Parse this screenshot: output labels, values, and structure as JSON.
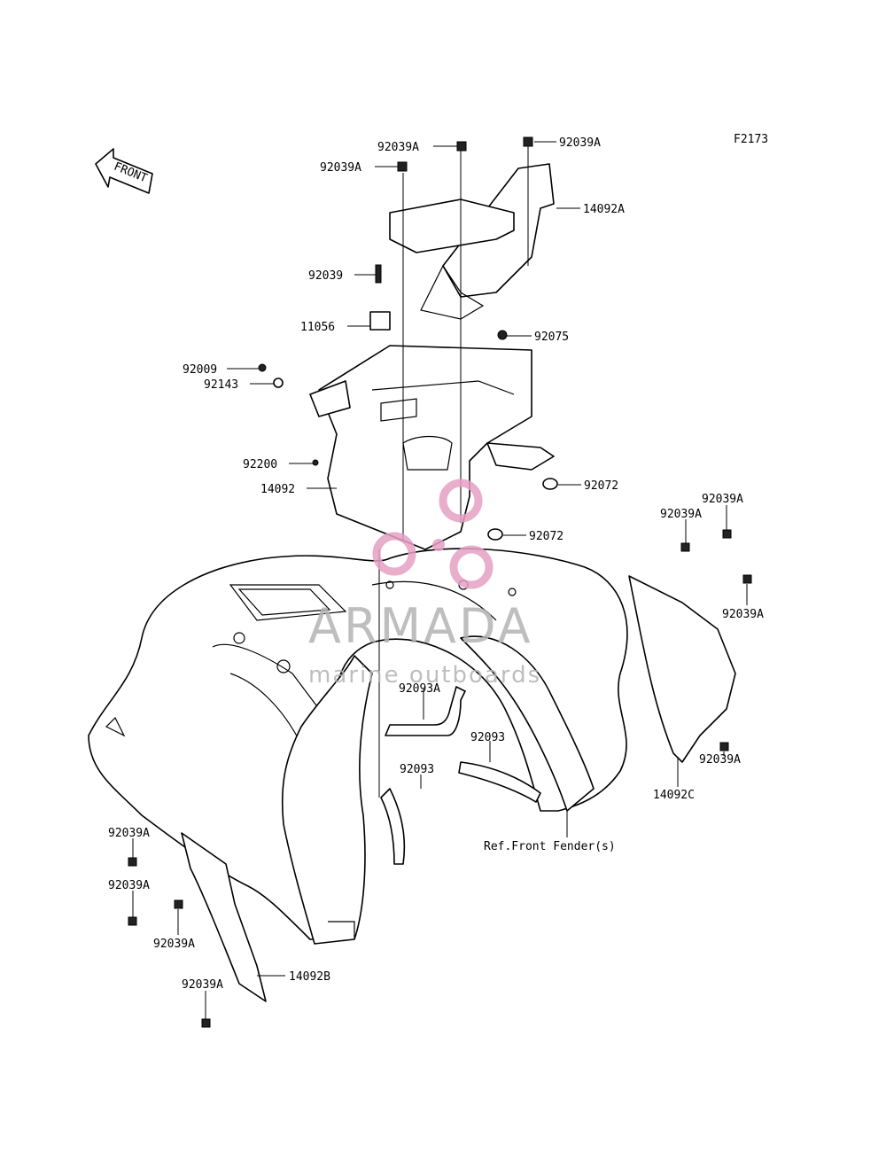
{
  "figure_code": "F2173",
  "front_arrow": {
    "label": "FRONT",
    "icon": "front-direction-arrow-icon"
  },
  "watermark": {
    "brand": "ARMADA",
    "tagline": "marine outboards",
    "color": "#e6a0c4",
    "text_color": "#b3b3b3"
  },
  "reference_note": "Ref.Front Fender(s)",
  "part_labels": {
    "p92039A_top_center": "92039A",
    "p92039A_top_right": "92039A",
    "p92039A_top_left": "92039A",
    "p14092A": "14092A",
    "p92039": "92039",
    "p11056": "11056",
    "p92075": "92075",
    "p92009": "92009",
    "p92143": "92143",
    "p92200": "92200",
    "p14092": "14092",
    "p92072_upper": "92072",
    "p92072_lower": "92072",
    "p92039A_right_1": "92039A",
    "p92039A_right_2": "92039A",
    "p92039A_right_3": "92039A",
    "p92039A_right_4": "92039A",
    "p14092C": "14092C",
    "p92093A": "92093A",
    "p92093_right": "92093",
    "p92093_left": "92093",
    "p92039A_left_1": "92039A",
    "p92039A_left_2": "92039A",
    "p92039A_left_3": "92039A",
    "p92039A_left_4": "92039A",
    "p14092B": "14092B"
  }
}
